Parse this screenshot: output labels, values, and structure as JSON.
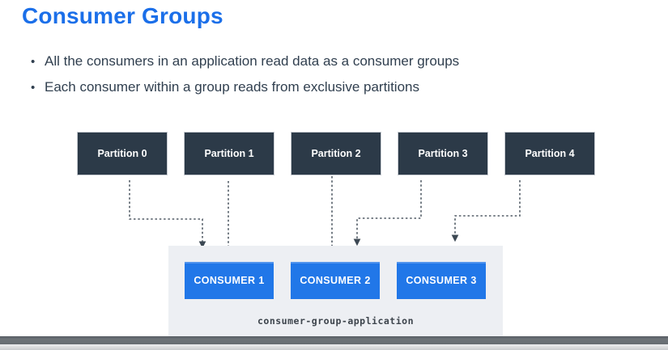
{
  "slide": {
    "title": "Consumer Groups",
    "bullets": [
      "All the consumers in an application read data as a consumer groups",
      "Each consumer within a group reads from exclusive partitions"
    ]
  },
  "diagram": {
    "partitions": [
      {
        "label": "Partition 0"
      },
      {
        "label": "Partition 1"
      },
      {
        "label": "Partition 2"
      },
      {
        "label": "Partition 3"
      },
      {
        "label": "Partition 4"
      }
    ],
    "consumers": [
      {
        "label": "CONSUMER 1"
      },
      {
        "label": "CONSUMER 2"
      },
      {
        "label": "CONSUMER 3"
      }
    ],
    "group_label": "consumer-group-application",
    "edges": [
      {
        "from": "Partition 0",
        "to": "CONSUMER 1"
      },
      {
        "from": "Partition 1",
        "to": "CONSUMER 1"
      },
      {
        "from": "Partition 2",
        "to": "CONSUMER 2"
      },
      {
        "from": "Partition 3",
        "to": "CONSUMER 2"
      },
      {
        "from": "Partition 4",
        "to": "CONSUMER 3"
      }
    ]
  },
  "colors": {
    "title": "#1b6fe9",
    "text": "#303f4f",
    "partition": "#2c3a48",
    "consumer": "#2177e8",
    "container": "#edeff3",
    "arrow": "#525c66"
  }
}
